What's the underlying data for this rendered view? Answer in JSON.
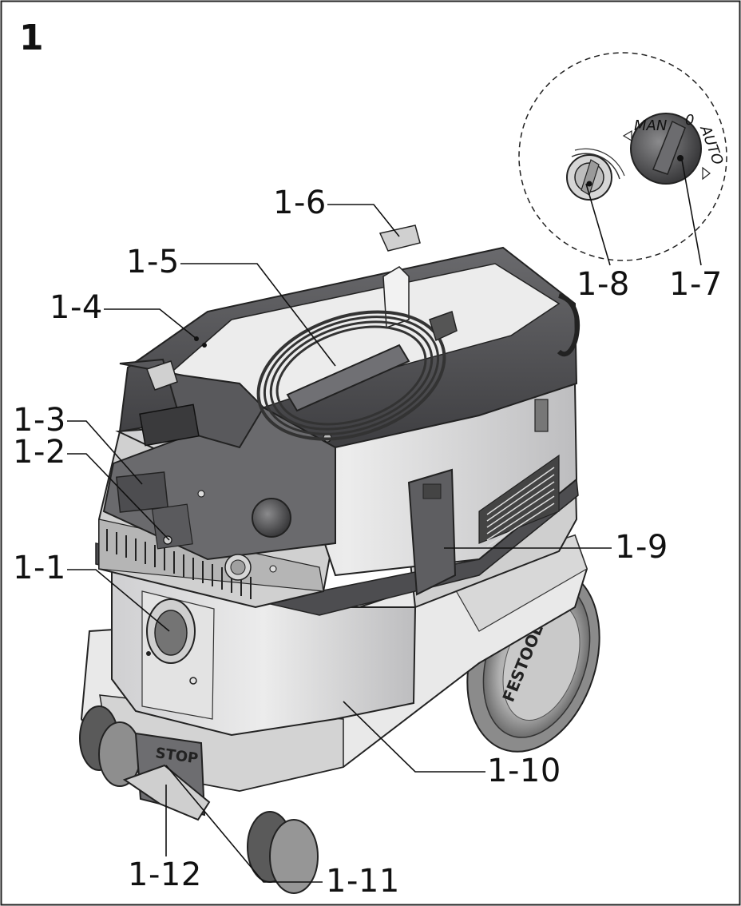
{
  "figure_number": "1",
  "dial": {
    "mode_left": "MAN",
    "mode_center": "0",
    "mode_right": "AUTO"
  },
  "stop_label": "STOP",
  "wheel_brand": "FESTOOL",
  "callouts": [
    {
      "id": "1-1",
      "label": "1-1"
    },
    {
      "id": "1-2",
      "label": "1-2"
    },
    {
      "id": "1-3",
      "label": "1-3"
    },
    {
      "id": "1-4",
      "label": "1-4"
    },
    {
      "id": "1-5",
      "label": "1-5"
    },
    {
      "id": "1-6",
      "label": "1-6"
    },
    {
      "id": "1-7",
      "label": "1-7"
    },
    {
      "id": "1-8",
      "label": "1-8"
    },
    {
      "id": "1-9",
      "label": "1-9"
    },
    {
      "id": "1-10",
      "label": "1-10"
    },
    {
      "id": "1-11",
      "label": "1-11"
    },
    {
      "id": "1-12",
      "label": "1-12"
    }
  ],
  "colors": {
    "frame": "#222222",
    "dark_body": "#555558",
    "mid_body": "#b9b9bb",
    "light_body": "#e6e6e6",
    "line": "#111111"
  }
}
